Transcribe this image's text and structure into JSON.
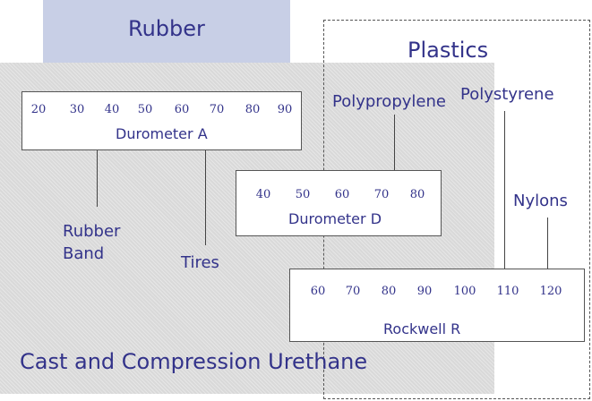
{
  "regions": {
    "rubber": "Rubber",
    "plastics": "Plastics",
    "urethane": "Cast and Compression Urethane"
  },
  "scales": {
    "durometer_a": {
      "name": "Durometer A",
      "ticks": [
        "20",
        "30",
        "40",
        "50",
        "60",
        "70",
        "80",
        "90"
      ]
    },
    "durometer_d": {
      "name": "Durometer D",
      "ticks": [
        "40",
        "50",
        "60",
        "70",
        "80"
      ]
    },
    "rockwell_r": {
      "name": "Rockwell R",
      "ticks": [
        "60",
        "70",
        "80",
        "90",
        "100",
        "110",
        "120"
      ]
    }
  },
  "materials": {
    "rubber_band_line1": "Rubber",
    "rubber_band_line2": "Band",
    "tires": "Tires",
    "polypropylene": "Polypropylene",
    "polystyrene": "Polystyrene",
    "nylons": "Nylons"
  }
}
